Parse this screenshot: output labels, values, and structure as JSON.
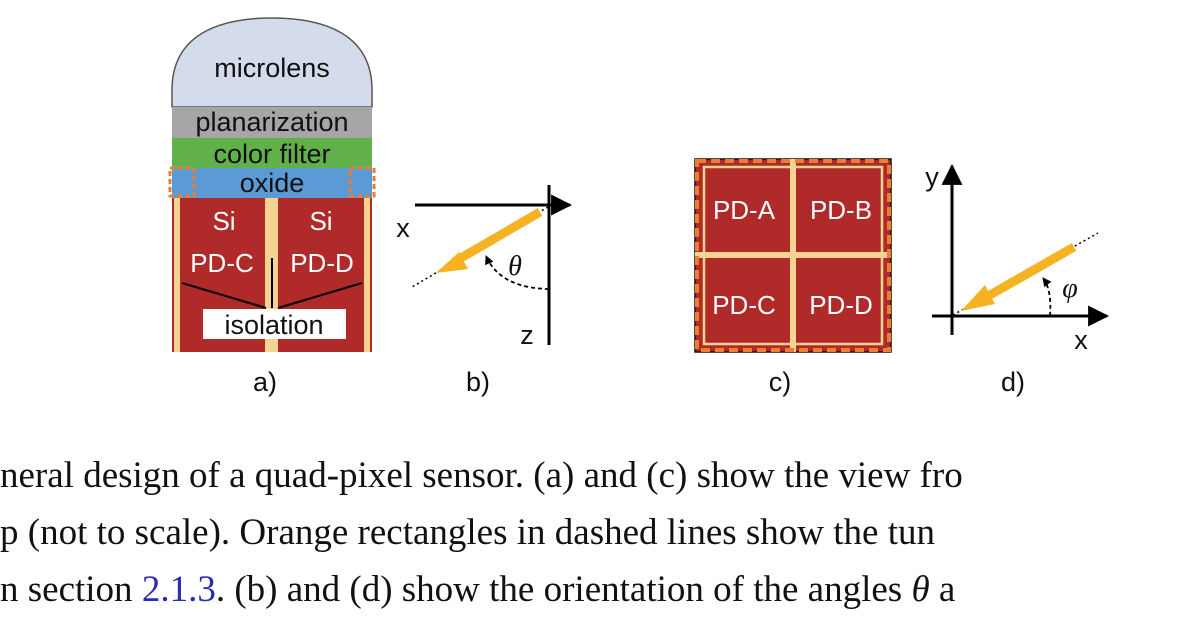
{
  "figure": {
    "panel_a": {
      "microlens": "microlens",
      "planarization": "planarization",
      "color_filter": "color filter",
      "oxide": "oxide",
      "si_left": "Si",
      "si_right": "Si",
      "pd_left": "PD-C",
      "pd_right": "PD-D",
      "isolation": "isolation",
      "label": "a)"
    },
    "panel_b": {
      "axis_x": "x",
      "axis_z": "z",
      "angle": "θ",
      "label": "b)"
    },
    "panel_c": {
      "pd_a": "PD-A",
      "pd_b": "PD-B",
      "pd_c": "PD-C",
      "pd_d": "PD-D",
      "label": "c)"
    },
    "panel_d": {
      "axis_y": "y",
      "axis_x": "x",
      "angle": "φ",
      "label": "d)"
    },
    "colors": {
      "microlens": "#d4dcec",
      "planarization": "#a6a6a6",
      "color_filter": "#61b14b",
      "oxide": "#5b9bd5",
      "silicon": "#b12a2a",
      "isolation_strip": "#f5d491",
      "dashed_outline": "#ed7d31",
      "arrow": "#f5b324"
    }
  },
  "caption": {
    "line1": "neral design of a quad-pixel sensor. (a) and (c) show the view fro",
    "line2": "p (not to scale). Orange rectangles in dashed lines show the tun",
    "line3_pre": "n section ",
    "line3_ref": "2.1.3",
    "line3_mid": ". (b) and (d) show the orientation of the angles ",
    "line3_theta": "θ",
    "line3_post": " a"
  }
}
